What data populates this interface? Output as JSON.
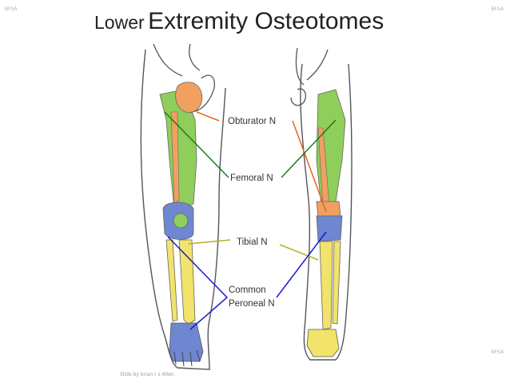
{
  "watermarks": {
    "top_left": "BFSA",
    "top_right": "BFSA",
    "bottom_right": "BFSA"
  },
  "title": {
    "part1": "Lower",
    "part2": "Extremity Osteotomes"
  },
  "labels": {
    "obturator": "Obturator N",
    "femoral": "Femoral N",
    "tibial": "Tibial N",
    "common": "Common",
    "peroneal": "Peroneal N"
  },
  "credit": "Slide by brian r s Allen",
  "colors": {
    "obturator": "#f0a060",
    "femoral": "#8fce5a",
    "tibial": "#f2e36a",
    "common_peroneal": "#6f86d0",
    "line_obturator": "#e8651c",
    "line_femoral": "#1e7a1e",
    "line_tibial": "#b5b21e",
    "line_peroneal": "#1a1ad0"
  }
}
